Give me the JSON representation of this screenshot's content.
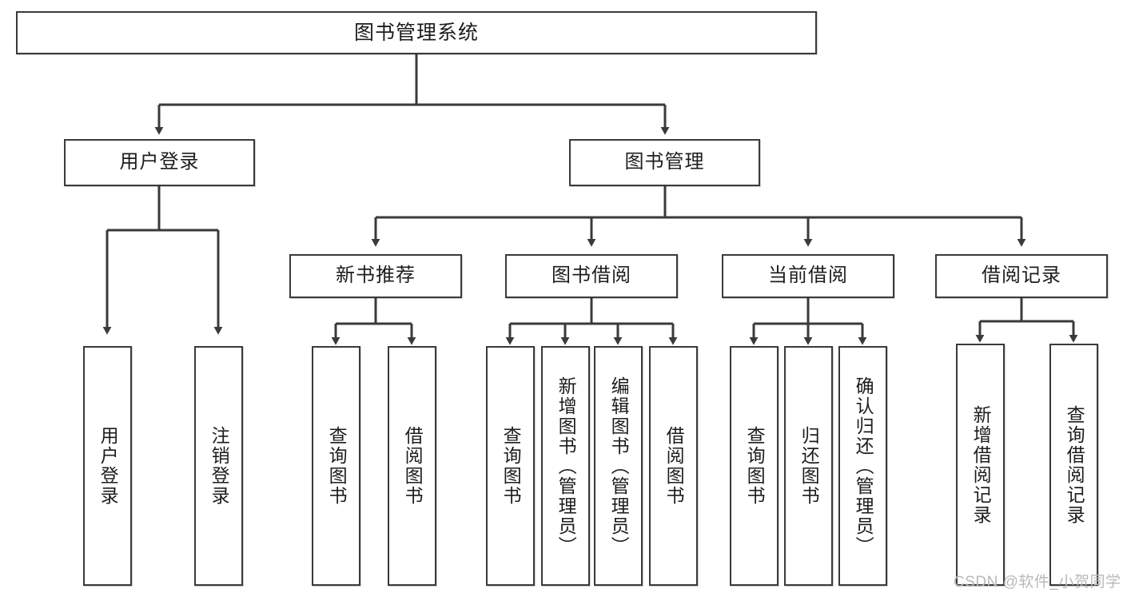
{
  "diagram": {
    "title": "图书管理系统",
    "type": "tree-hierarchy-chart",
    "root": {
      "label": "图书管理系统"
    },
    "level1": [
      {
        "label": "用户登录"
      },
      {
        "label": "图书管理"
      }
    ],
    "level2": [
      {
        "label": "新书推荐"
      },
      {
        "label": "图书借阅"
      },
      {
        "label": "当前借阅"
      },
      {
        "label": "借阅记录"
      }
    ],
    "leaves": {
      "user_login": [
        {
          "label": "用户登录"
        },
        {
          "label": "注销登录"
        }
      ],
      "new_book_recommend": [
        {
          "label": "查询图书"
        },
        {
          "label": "借阅图书"
        }
      ],
      "book_borrow": [
        {
          "label": "查询图书"
        },
        {
          "label": "新增图书（管理员）"
        },
        {
          "label": "编辑图书（管理员）"
        },
        {
          "label": "借阅图书"
        }
      ],
      "current_borrow": [
        {
          "label": "查询图书"
        },
        {
          "label": "归还图书"
        },
        {
          "label": "确认归还（管理员）"
        }
      ],
      "borrow_record": [
        {
          "label": "新增借阅记录"
        },
        {
          "label": "查询借阅记录"
        }
      ]
    }
  },
  "watermark": {
    "text": "CSDN @软件_小贺同学"
  },
  "colors": {
    "border": "#3a3a3a",
    "text": "#1d1d1d",
    "background": "#ffffff",
    "watermark": "#b9b9b9"
  }
}
